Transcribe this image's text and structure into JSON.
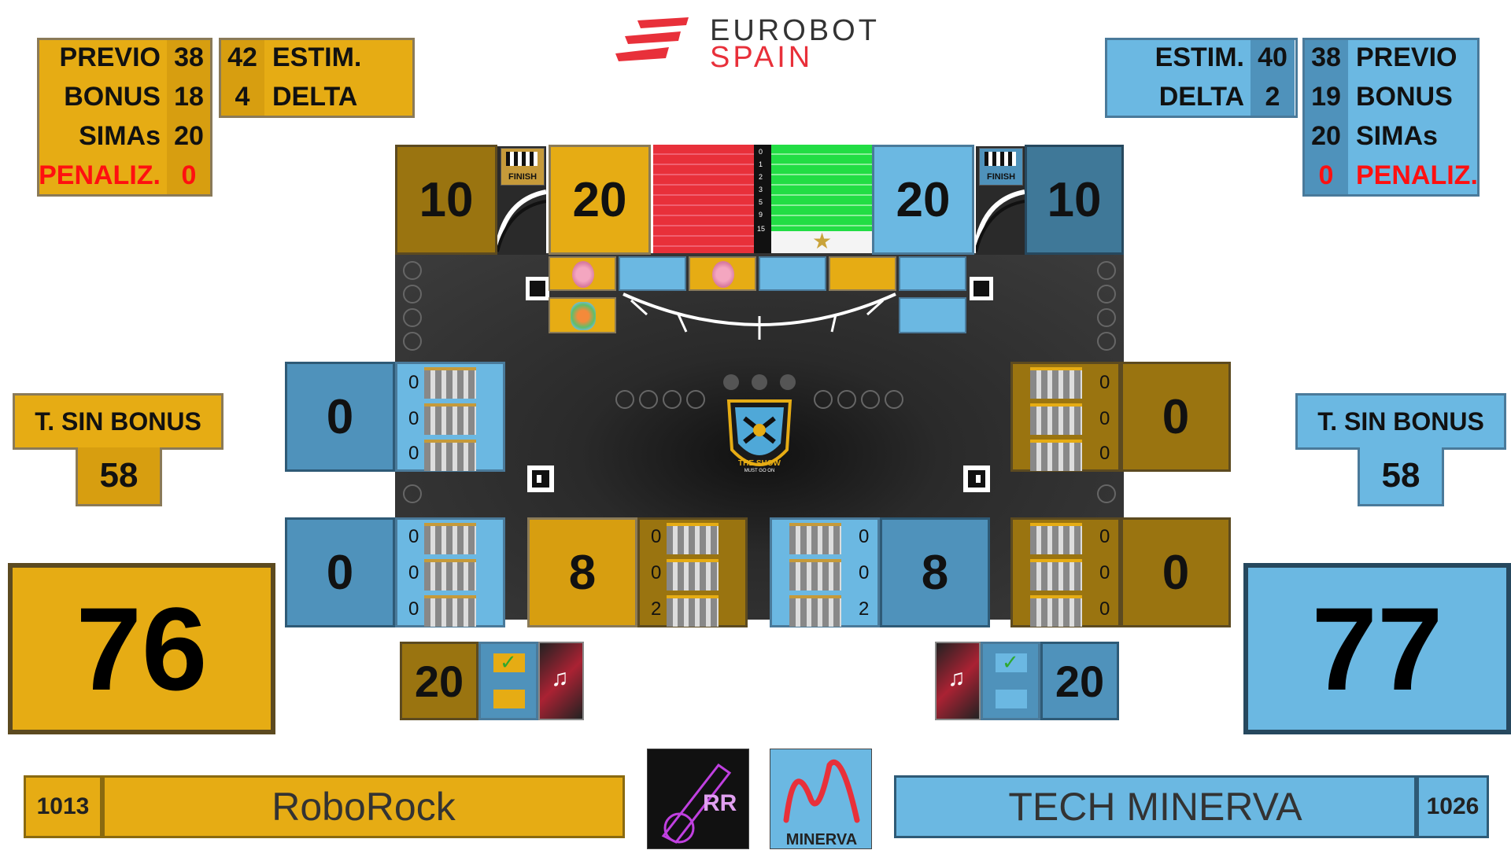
{
  "header": {
    "logo_line1": "EUROBOT",
    "logo_line2": "SPAIN"
  },
  "colors": {
    "yellow": "#e6ac14",
    "blue": "#6bb8e2",
    "penalty_red": "#ff1010",
    "ok_green": "#2ea82e"
  },
  "left_stats": {
    "previo_label": "PREVIO",
    "previo_value": "38",
    "bonus_label": "BONUS",
    "bonus_value": "18",
    "simas_label": "SIMAs",
    "simas_value": "20",
    "penaliz_label": "PENALIZ.",
    "penaliz_value": "0",
    "estim_label": "ESTIM.",
    "estim_value": "42",
    "delta_label": "DELTA",
    "delta_value": "4"
  },
  "right_stats": {
    "estim_label": "ESTIM.",
    "estim_value": "40",
    "delta_label": "DELTA",
    "delta_value": "2",
    "previo_label": "PREVIO",
    "previo_value": "38",
    "bonus_label": "BONUS",
    "bonus_value": "19",
    "simas_label": "SIMAs",
    "simas_value": "20",
    "penaliz_label": "PENALIZ.",
    "penaliz_value": "0"
  },
  "left_sin_bonus": {
    "label": "T. SIN BONUS",
    "value": "58"
  },
  "right_sin_bonus": {
    "label": "T. SIN BONUS",
    "value": "58"
  },
  "left_total": "76",
  "right_total": "77",
  "top_zone": {
    "left_finish_score": "10",
    "left_score": "20",
    "right_score": "20",
    "right_finish_score": "10",
    "finish_label": "FINISH",
    "scale_labels": [
      "0",
      "1",
      "2",
      "3",
      "5",
      "9",
      "15"
    ]
  },
  "zones": {
    "left_upper_score": "0",
    "left_upper_counts": [
      "0",
      "0",
      "0"
    ],
    "left_lower_score": "0",
    "left_lower_counts": [
      "0",
      "0",
      "0"
    ],
    "mid_left_score": "8",
    "mid_left_counts": [
      "0",
      "0",
      "2"
    ],
    "mid_right_score": "8",
    "mid_right_counts": [
      "0",
      "0",
      "2"
    ],
    "right_upper_score": "0",
    "right_upper_counts": [
      "0",
      "0",
      "0"
    ],
    "right_lower_score": "0",
    "right_lower_counts": [
      "0",
      "0",
      "0"
    ]
  },
  "center_logo": {
    "line1": "THE SHOW",
    "line2": "MUST GO ON"
  },
  "left_banner": {
    "score": "20",
    "check": "✓"
  },
  "right_banner": {
    "score": "20",
    "check": "✓"
  },
  "teams": {
    "left": {
      "number": "1013",
      "name": "RoboRock",
      "logo_text": "RR"
    },
    "right": {
      "number": "1026",
      "name": "TECH MINERVA",
      "logo_text": "MINERVA"
    }
  }
}
